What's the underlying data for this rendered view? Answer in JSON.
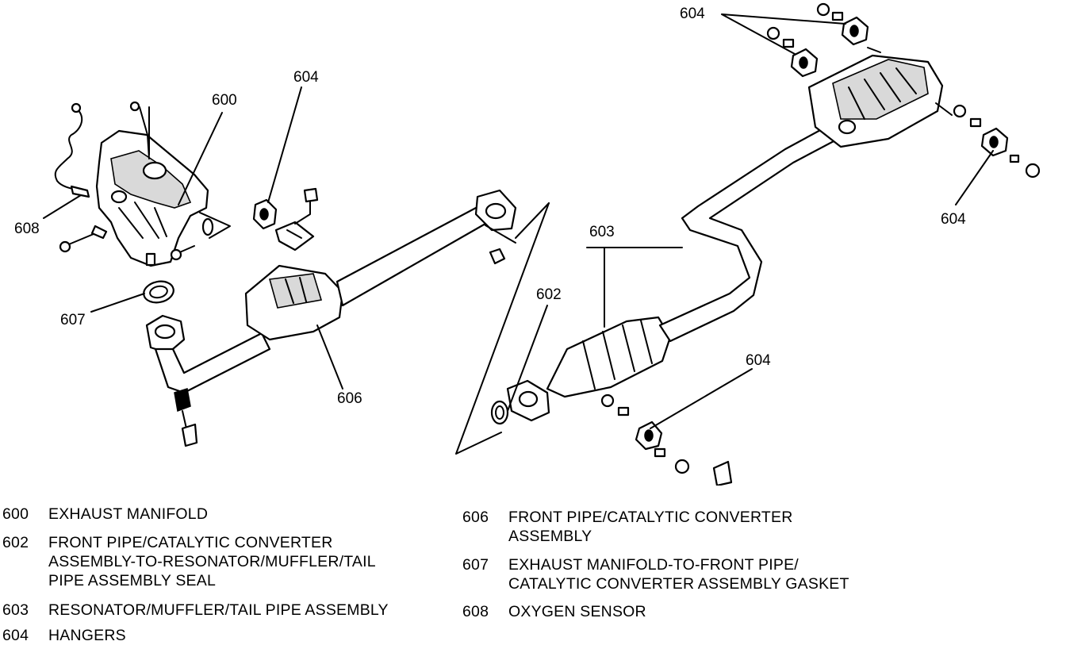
{
  "callouts": {
    "c600": "600",
    "c604_a": "604",
    "c604_b": "604",
    "c604_c": "604",
    "c604_d": "604",
    "c608": "608",
    "c607": "607",
    "c606": "606",
    "c603": "603",
    "c602": "602"
  },
  "legend": [
    {
      "num": "600",
      "text": "EXHAUST MANIFOLD"
    },
    {
      "num": "602",
      "text": "FRONT PIPE/CATALYTIC CONVERTER\nASSEMBLY-TO-RESONATOR/MUFFLER/TAIL\nPIPE ASSEMBLY SEAL"
    },
    {
      "num": "603",
      "text": "RESONATOR/MUFFLER/TAIL PIPE ASSEMBLY"
    },
    {
      "num": "604",
      "text": "HANGERS"
    },
    {
      "num": "606",
      "text": "FRONT PIPE/CATALYTIC CONVERTER\nASSEMBLY"
    },
    {
      "num": "607",
      "text": "EXHAUST MANIFOLD-TO-FRONT PIPE/\nCATALYTIC CONVERTER ASSEMBLY GASKET"
    },
    {
      "num": "608",
      "text": "OXYGEN SENSOR"
    }
  ]
}
